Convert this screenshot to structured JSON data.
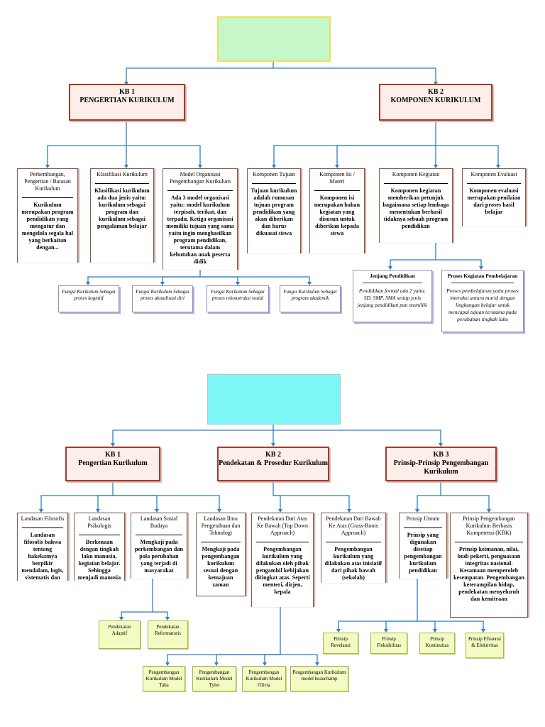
{
  "diagram1": {
    "kb1": {
      "code": "KB 1",
      "title": "PENGERTIAN KURIKULUM"
    },
    "kb2": {
      "code": "KB 2",
      "title": "KOMPONEN KURIKULUM"
    },
    "cards": [
      {
        "title": "Perkembangan, Pengertian / Batasan Kurikulum",
        "body": "Kurikulum merupakan program pendidikan yang mengatur dan mengelola segala hal yang berkaitan dengan..."
      },
      {
        "title": "Klasifikasi Kurikulum",
        "body": "Klasifikasi kurikulum ada dua jenis yaitu: kurikulum sebagai program dan kurikulum sebagai pengalaman belajar"
      },
      {
        "title": "Model Organisasi Pengembangan Kurikulum",
        "body": "Ada 3 model organisasi yaitu: model kurikulum terpisah, terikat, dan terpadu. Ketiga organisasi memiliki tujuan yang sama yaitu ingin menghasilkan program pendidikan, terutama dalam kebutuhan anak peserta didik"
      },
      {
        "title": "Komponen Tujuan",
        "body": "Tujuan kurikulum adalah rumusan tujuan program pendidikan yang akan diberikan dan harus dikuasai siswa"
      },
      {
        "title": "Komponen Isi / Materi",
        "body": "Komponen isi merupakan bahan kegiatan yang disusun untuk diberikan kepada siswa"
      },
      {
        "title": "Komponen Kegiatan",
        "body": "Komponen kegiatan memberikan petunjuk bagaimana setiap lembaga menentukan berhasil tidaknya sebuah program pendidikan"
      },
      {
        "title": "Komponen Evaluasi",
        "body": "Komponen evaluasi merupakan penilaian dari proses hasil belajar"
      }
    ],
    "fungsi": [
      "Fungsi Kurikulum Sebagai proses kognitif",
      "Fungsi Kurikulum Sebagai proses aktualisasi diri",
      "Fungsi Kurikulum Sebagai proses rekonstruksi sosial",
      "Fungsi Kurikulum Sebagai program akademik"
    ],
    "sub": [
      {
        "title": "Jenjang Pendidikan",
        "body": "Pendidikan formal ada 2 yaitu: SD, SMP, SMA setiap jenis jenjang pendidikan pun memiliki"
      },
      {
        "title": "Proses Kegiatan Pembelajaran",
        "body": "Proses pembelajaran yaitu proses interaksi antara murid dengan lingkungan belajar untuk mencapai tujuan terutama pada perubahan tingkah laku"
      }
    ]
  },
  "diagram2": {
    "kb1": {
      "code": "KB 1",
      "title": "Pengertian Kurikulum"
    },
    "kb2": {
      "code": "KB 2",
      "title": "Pendekatan & Prosedur Kurikulum"
    },
    "kb3": {
      "code": "KB 3",
      "title": "Prinsip-Prinsip Pengembangan Kurikulum"
    },
    "cards": [
      {
        "title": "Landasan Filosofis",
        "body": "Landasan filosofis bahwa tentang hakekatnya berpikir mendalam, logis, sistematis dan"
      },
      {
        "title": "Landasan Psikologis",
        "body": "Berkenaan dengan tingkah laku manusia, kegiatan belajar. Sehingga menjadi manusia yang diharapkan"
      },
      {
        "title": "Landasan Sosial Budaya",
        "body": "Mengkaji pada perkembangan dan pola perubahan yang terjadi di masyarakat"
      },
      {
        "title": "Landasan Ilmu Pengetahuan dan Teknologi",
        "body": "Mengkaji pada pengembangan kurikulum sesuai dengan kemajuan zaman"
      },
      {
        "title": "Pendekatan Dari Atas Ke Bawah (Top Down Approach)",
        "body": "Pengembangan kurikulum yang dilakukan oleh pihak pengambil kebijakan ditingkat atas. Seperti menteri, dirjen, kepala"
      },
      {
        "title": "Pendekatan Dari Bawah Ke Atas (Grass-Roots Approach)",
        "body": "Pengembangan kurikulum yang dilakukan atas inisiatif dari pihak bawah (sekolah)"
      },
      {
        "title": "Prinsip Umum",
        "body": "Prinsip yang digunakan disetiap pengembangan kurikulum pendidikan"
      },
      {
        "title": "Prinsip Pengembangan Kurikulum Berbasis Kompetensi (KBK)",
        "body": "Prinsip keimanan, nilai, budi pekerti, penguasaan integritas nasional. Kesamaan memperoleh kesempatan. Pengembangan keterampilan hidup, pendekatan menyeluruh dan kemitraan"
      }
    ],
    "pendekatan": [
      "Pendekatan Adaptif",
      "Pendekatan Reformatoris"
    ],
    "model": [
      "Pengembangan Kurikulum Model Taba",
      "Pengembangan Kurikulum Model Tyler",
      "Pengembangan Kurikulum Model Olivia",
      "Pengembangan Kurikulum model beauchamp"
    ],
    "prinsip": [
      "Prinsip Revelansi",
      "Prinsip Fleksibilitas",
      "Prinsip Kontinuitas",
      "Prinsip Efisiensi & Efektivitas"
    ]
  },
  "colors": {
    "connector": "#2f7ec2",
    "kb_border": "#a33a2e",
    "root1": "#c6f7c8",
    "root2": "#7ff7f7"
  }
}
